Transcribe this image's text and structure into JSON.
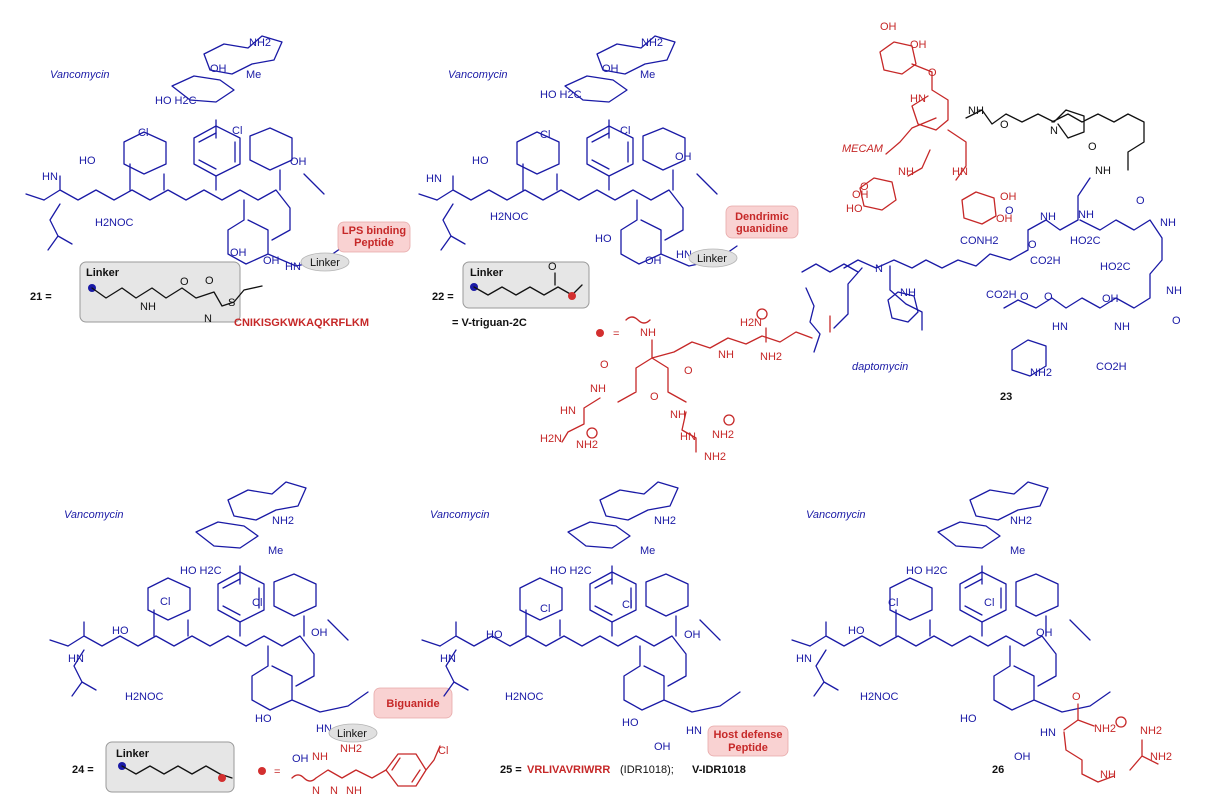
{
  "labels": {
    "vanco_a": "Vancomycin",
    "vanco_b": "Vancomycin",
    "vanco_c": "Vancomycin",
    "vanco_d": "Vancomycin",
    "vanco_e": "Vancomycin",
    "mecam": "MECAM",
    "daptomycin": "daptomycin",
    "linker": "Linker"
  },
  "compounds": {
    "c21": {
      "num": "21 =",
      "tag1": "LPS binding",
      "tag2": "Peptide",
      "seq": "CNIKISGKWKAQKRFLKM"
    },
    "c22": {
      "num": "22 =",
      "tag1": "Dendrimic",
      "tag2": "guanidine",
      "name": "= V-triguan-2C"
    },
    "c23": {
      "num": "23"
    },
    "c24": {
      "num": "24 =",
      "tag": "Biguanide",
      "eq": "="
    },
    "c25": {
      "num": "25 =",
      "seq": "VRLIVAVRIWRR",
      "code": "(IDR1018);",
      "name": "V-IDR1018",
      "tag1": "Host defense",
      "tag2": "Peptide"
    },
    "c26": {
      "num": "26"
    }
  },
  "atoms": {
    "nh2": "NH2",
    "oh": "OH",
    "me": "Me",
    "ho": "HO",
    "hoh2c": "HO H2C",
    "cl": "Cl",
    "nh": "NH",
    "hn": "HN",
    "n": "N",
    "h2noc": "H2NOC",
    "conh2": "CONH2",
    "co2h": "CO2H",
    "ho2c": "HO2C",
    "h2n": "H2N",
    "o": "O",
    "s": "S"
  },
  "colors": {
    "blue": "#1a1aa6",
    "red": "#c62828",
    "pink": "#f9d2d2",
    "grey": "#e6e6e6"
  }
}
